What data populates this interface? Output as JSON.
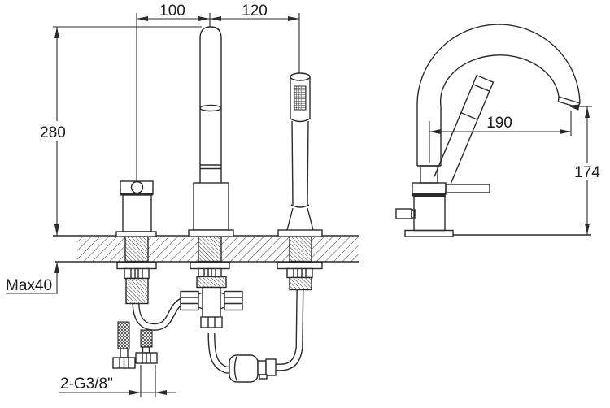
{
  "drawing": {
    "colors": {
      "line": "#2b2b2b",
      "background": "#ffffff"
    },
    "front_view": {
      "dim_handle_to_spout": "100",
      "dim_spout_to_shower": "120",
      "dim_height_above_deck": "280",
      "dim_deck_thickness": "Max40",
      "dim_supply_thread": "2-G3/8\""
    },
    "side_view": {
      "dim_spout_reach": "190",
      "dim_spout_height": "174"
    }
  }
}
